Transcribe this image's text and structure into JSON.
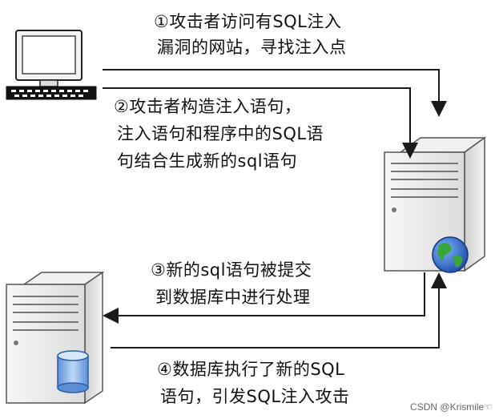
{
  "steps": [
    {
      "id": 1,
      "lines": [
        "①攻击者访问有SQL注入",
        "漏洞的网站，寻找注入点"
      ]
    },
    {
      "id": 2,
      "lines": [
        "②攻击者构造注入语句，",
        "注入语句和程序中的SQL语",
        "句结合生成新的sql语句"
      ]
    },
    {
      "id": 3,
      "lines": [
        "③新的sql语句被提交",
        "到数据库中进行处理"
      ]
    },
    {
      "id": 4,
      "lines": [
        "④数据库执行了新的SQL",
        "语句，引发SQL注入攻击"
      ]
    }
  ],
  "watermark": "CSDN @Krismile☜",
  "icons": {
    "attacker": "computer-icon",
    "web_server": "web-server-icon",
    "globe": "globe-icon",
    "db_server": "database-server-icon",
    "database": "database-cylinder-icon"
  },
  "colors": {
    "arrow": "#1a1a1a",
    "server_body": "#e6e6e6",
    "globe_blue": "#2a6fcf",
    "globe_green": "#3aa53a",
    "db_blue": "#8fb8e8"
  }
}
